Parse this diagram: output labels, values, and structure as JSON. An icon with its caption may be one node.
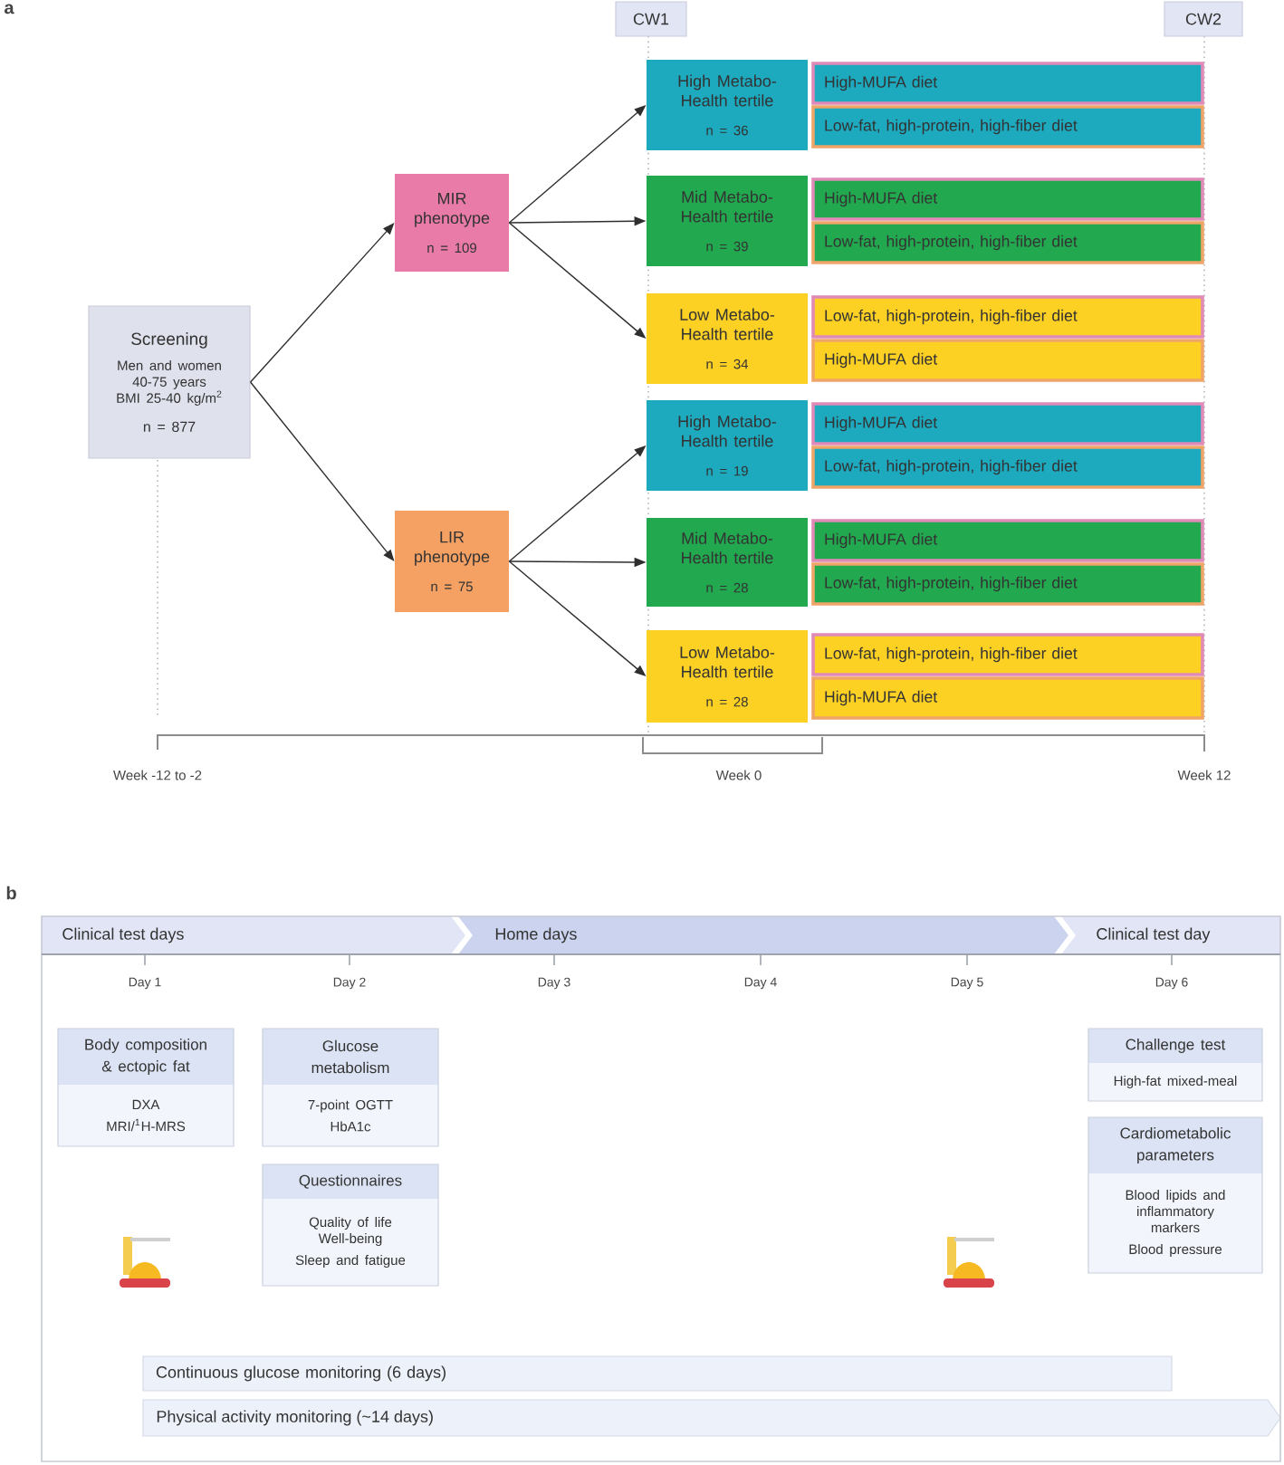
{
  "diagram": {
    "nodes": [
      {
        "text": [
          "CW1"
        ]
      },
      {
        "text": [
          "CW2"
        ]
      },
      {
        "text": [
          "Screening",
          "Men and women",
          "40-75 years",
          "BMI 25-40 kg/m$^{2}$",
          "n = 877"
        ]
      },
      {
        "text": [
          "MIR phenotype",
          "n = 109"
        ]
      },
      {
        "text": [
          "LIR phenotype",
          "n = 75"
        ]
      },
      {
        "text": [
          "High Metabo-Health tertile",
          "n = 36"
        ]
      },
      {
        "text": [
          "High-MUFA diet"
        ]
      },
      {
        "text": [
          "Low-fat, high-protein, high-fiber diet"
        ]
      },
      {
        "text": [
          "Mid Metabo-Health tertile",
          "n = 39"
        ]
      },
      {
        "text": [
          "High-MUFA diet"
        ]
      },
      {
        "text": [
          "Low-fat, high-protein, high-fiber diet"
        ]
      },
      {
        "text": [
          "Low Metabo-Health tertile",
          "n = 34"
        ]
      },
      {
        "text": [
          "Low-fat, high-protein, high-fiber diet"
        ]
      },
      {
        "text": [
          "High-MUFA diet"
        ]
      },
      {
        "text": [
          "High Metabo-Health tertile",
          "n = 19"
        ]
      },
      {
        "text": [
          "High-MUFA diet"
        ]
      },
      {
        "text": [
          "Low-fat, high-protein, high-fiber diet"
        ]
      },
      {
        "text": [
          "Mid Metabo-Health tertile",
          "n = 28"
        ]
      },
      {
        "text": [
          "High-MUFA diet"
        ]
      },
      {
        "text": [
          "Low-fat, high-protein, high-fiber diet"
        ]
      },
      {
        "text": [
          "Low Metabo-Health tertile",
          "n = 28"
        ]
      },
      {
        "text": [
          "Low-fat, high-protein, high-fiber diet"
        ]
      },
      {
        "text": [
          "High-MUFA diet"
        ]
      },
      {
        "text": [
          "Clinical test days"
        ]
      },
      {
        "text": [
          "Home days"
        ]
      },
      {
        "text": [
          "Clinical test day"
        ]
      },
      {
        "text": [
          "Body composition & ectopic fat",
          "DXA",
          "MRI/$^{1}$H-MRS"
        ]
      },
      {
        "text": [
          "Glucose metabolism",
          "7-point OGTT",
          "HbA1c"
        ]
      },
      {
        "text": [
          "Questionnaires",
          "Quality of life",
          "Well-being",
          "Sleep and fatigue"
        ]
      },
      {
        "text": [
          "Challenge test",
          "High-fat mixed-meal"
        ]
      },
      {
        "text": [
          "Cardiometabolic parameters",
          "Blood lipids and inflammatory markers",
          "Blood pressure"
        ]
      },
      {
        "text": [
          "Continuous glucose monitoring (6 days)"
        ]
      },
      {
        "text": [
          "Physical activity monitoring (~14 days)"
        ]
      }
    ],
    "edges": [
      {
        "from": 2,
        "to": 3,
        "arrow": "to"
      },
      {
        "from": 2,
        "to": 4,
        "arrow": "to"
      },
      {
        "from": 3,
        "to": 5,
        "arrow": "to"
      },
      {
        "from": 3,
        "to": 8,
        "arrow": "to"
      },
      {
        "from": 3,
        "to": 11,
        "arrow": "to"
      },
      {
        "from": 4,
        "to": 14,
        "arrow": "to"
      },
      {
        "from": 4,
        "to": 17,
        "arrow": "to"
      },
      {
        "from": 4,
        "to": 20,
        "arrow": "to"
      }
    ],
    "labels": [
      "a",
      "Week -12 to -2",
      "Week 0",
      "Week 12",
      "b",
      "Day 1",
      "Day 2",
      "Day 3",
      "Day 4",
      "Day 5",
      "Day 6"
    ]
  }
}
